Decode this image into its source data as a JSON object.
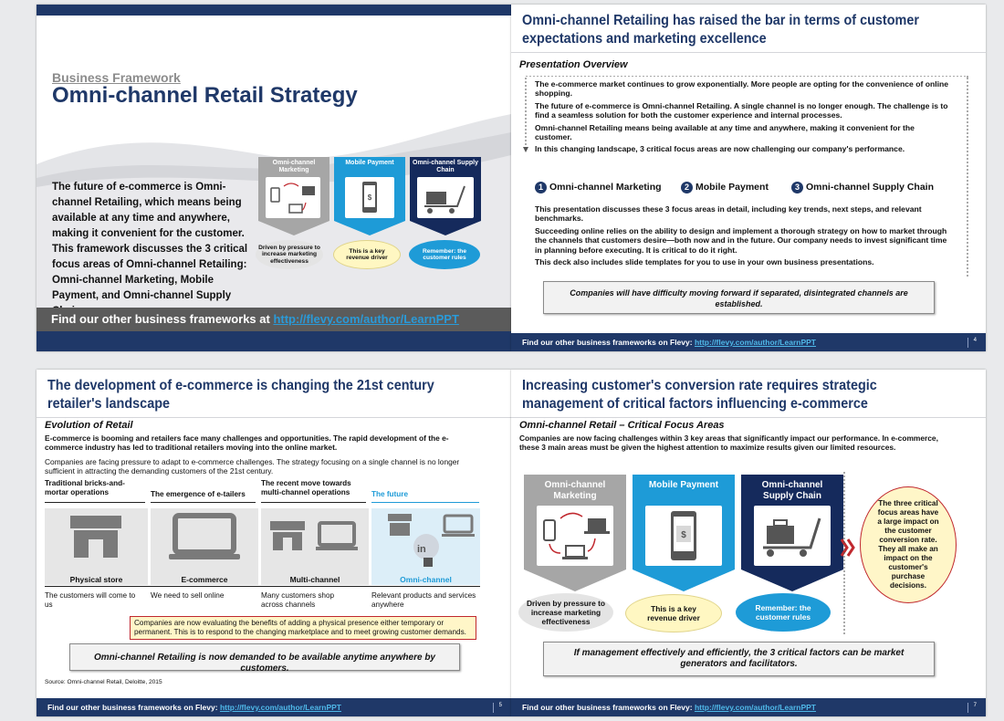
{
  "footer": {
    "prefix": "Find our other business frameworks on Flevy:",
    "url": "http://flevy.com/author/LearnPPT"
  },
  "slide1": {
    "kicker": "Business Framework",
    "title": "Omni-channel Retail Strategy",
    "body": "The future of e-commerce is Omni-channel Retailing, which means being available at any time and anywhere, making it convenient for the customer. This framework discusses the 3 critical focus areas of Omni-channel Retailing: Omni-channel Marketing, Mobile Payment, and Omni-channel Supply Chain.",
    "band_prefix": "Find our other business frameworks at",
    "band_url": "http://flevy.com/author/LearnPPT",
    "areas": [
      {
        "label": "Omni-channel Marketing",
        "note": "Driven by pressure to increase marketing effectiveness"
      },
      {
        "label": "Mobile Payment",
        "note": "This is a key revenue driver"
      },
      {
        "label": "Omni-channel Supply Chain",
        "note": "Remember: the customer rules"
      }
    ]
  },
  "slide2": {
    "title": "Omni-channel Retailing has raised the bar in terms of customer expectations and marketing excellence",
    "subhead": "Presentation Overview",
    "paras_top": [
      "The e-commerce market continues to grow exponentially.  More people are opting for the convenience of online shopping.",
      "The future of e-commerce is Omni-channel Retailing.  A single channel is no longer enough.  The challenge is to find a seamless solution for both the customer experience and internal processes.",
      "Omni-channel Retailing means being available at any time and anywhere, making it convenient for the customer.",
      "In this changing landscape, 3 critical focus areas are now challenging our company's performance."
    ],
    "focus": [
      {
        "num": "1",
        "label": "Omni-channel Marketing"
      },
      {
        "num": "2",
        "label": "Mobile Payment"
      },
      {
        "num": "3",
        "label": "Omni-channel Supply Chain"
      }
    ],
    "paras_bottom": [
      "This presentation discusses these 3 focus areas in detail, including key trends, next steps, and relevant benchmarks.",
      "Succeeding online relies on the ability to design and implement a thorough strategy on how to market through the channels that customers desire—both now and in the future.   Our company needs to invest significant time in planning before executing.  It is critical to do it right.",
      "This deck also includes slide templates for you to use in your own business presentations."
    ],
    "callout": "Companies will have difficulty moving forward if separated, disintegrated channels are established.",
    "page": "4"
  },
  "slide3": {
    "title": "The development of e-commerce is changing the 21st century retailer's landscape",
    "subhead": "Evolution of Retail",
    "intro_bold": "E-commerce is booming and retailers face many challenges and opportunities.  The rapid development of the e-commerce industry has led to traditional retailers moving into the online market.",
    "intro": "Companies are facing pressure to adapt to e-commerce challenges.  The strategy focusing on a single channel is no longer sufficient in attracting the demanding customers of the 21st century.",
    "stages": [
      {
        "head": "Traditional bricks-and-mortar operations",
        "label": "Physical store",
        "desc": "The customers will come to us"
      },
      {
        "head": "The emergence of e-tailers",
        "label": "E-commerce",
        "desc": "We need to sell online"
      },
      {
        "head": "The recent move towards multi-channel operations",
        "label": "Multi-channel",
        "desc": "Many customers shop across channels"
      },
      {
        "head": "The future",
        "label": "Omni-channel",
        "desc": "Relevant products and services anywhere"
      }
    ],
    "note": "Companies are now evaluating the benefits of adding a physical presence either temporary or permanent.  This is to respond to the changing marketplace and to meet growing customer demands.",
    "callout": "Omni-channel Retailing is now demanded to be available anytime anywhere by customers.",
    "source": "Source: Omni-channel Retail, Deloitte, 2015",
    "page": "5"
  },
  "slide4": {
    "title": "Increasing customer's conversion rate requires strategic management of critical factors influencing e-commerce",
    "subhead": "Omni-channel Retail – Critical Focus Areas",
    "intro": "Companies are now facing challenges within 3 key areas that significantly impact our performance.  In e-commerce, these 3 main areas must be given the highest attention to maximize results given our limited resources.",
    "areas": [
      {
        "label": "Omni-channel Marketing",
        "note": "Driven by pressure to increase marketing effectiveness"
      },
      {
        "label": "Mobile Payment",
        "note": "This is a key revenue driver"
      },
      {
        "label": "Omni-channel Supply Chain",
        "note": "Remember: the customer rules"
      }
    ],
    "side_note": "The three critical focus areas have a large impact on the customer conversion rate. They all make an impact on the customer's purchase decisions.",
    "callout": "If management effectively and efficiently, the 3 critical factors can be market generators and facilitators.",
    "page": "7"
  },
  "colors": {
    "navy": "#1f3868",
    "grey_chevron": "#a6a6a6",
    "blue_chevron": "#1e9bd7",
    "dark_chevron": "#152a5c",
    "accent_red": "#c0282e",
    "yellow_note": "#fff6c8"
  }
}
